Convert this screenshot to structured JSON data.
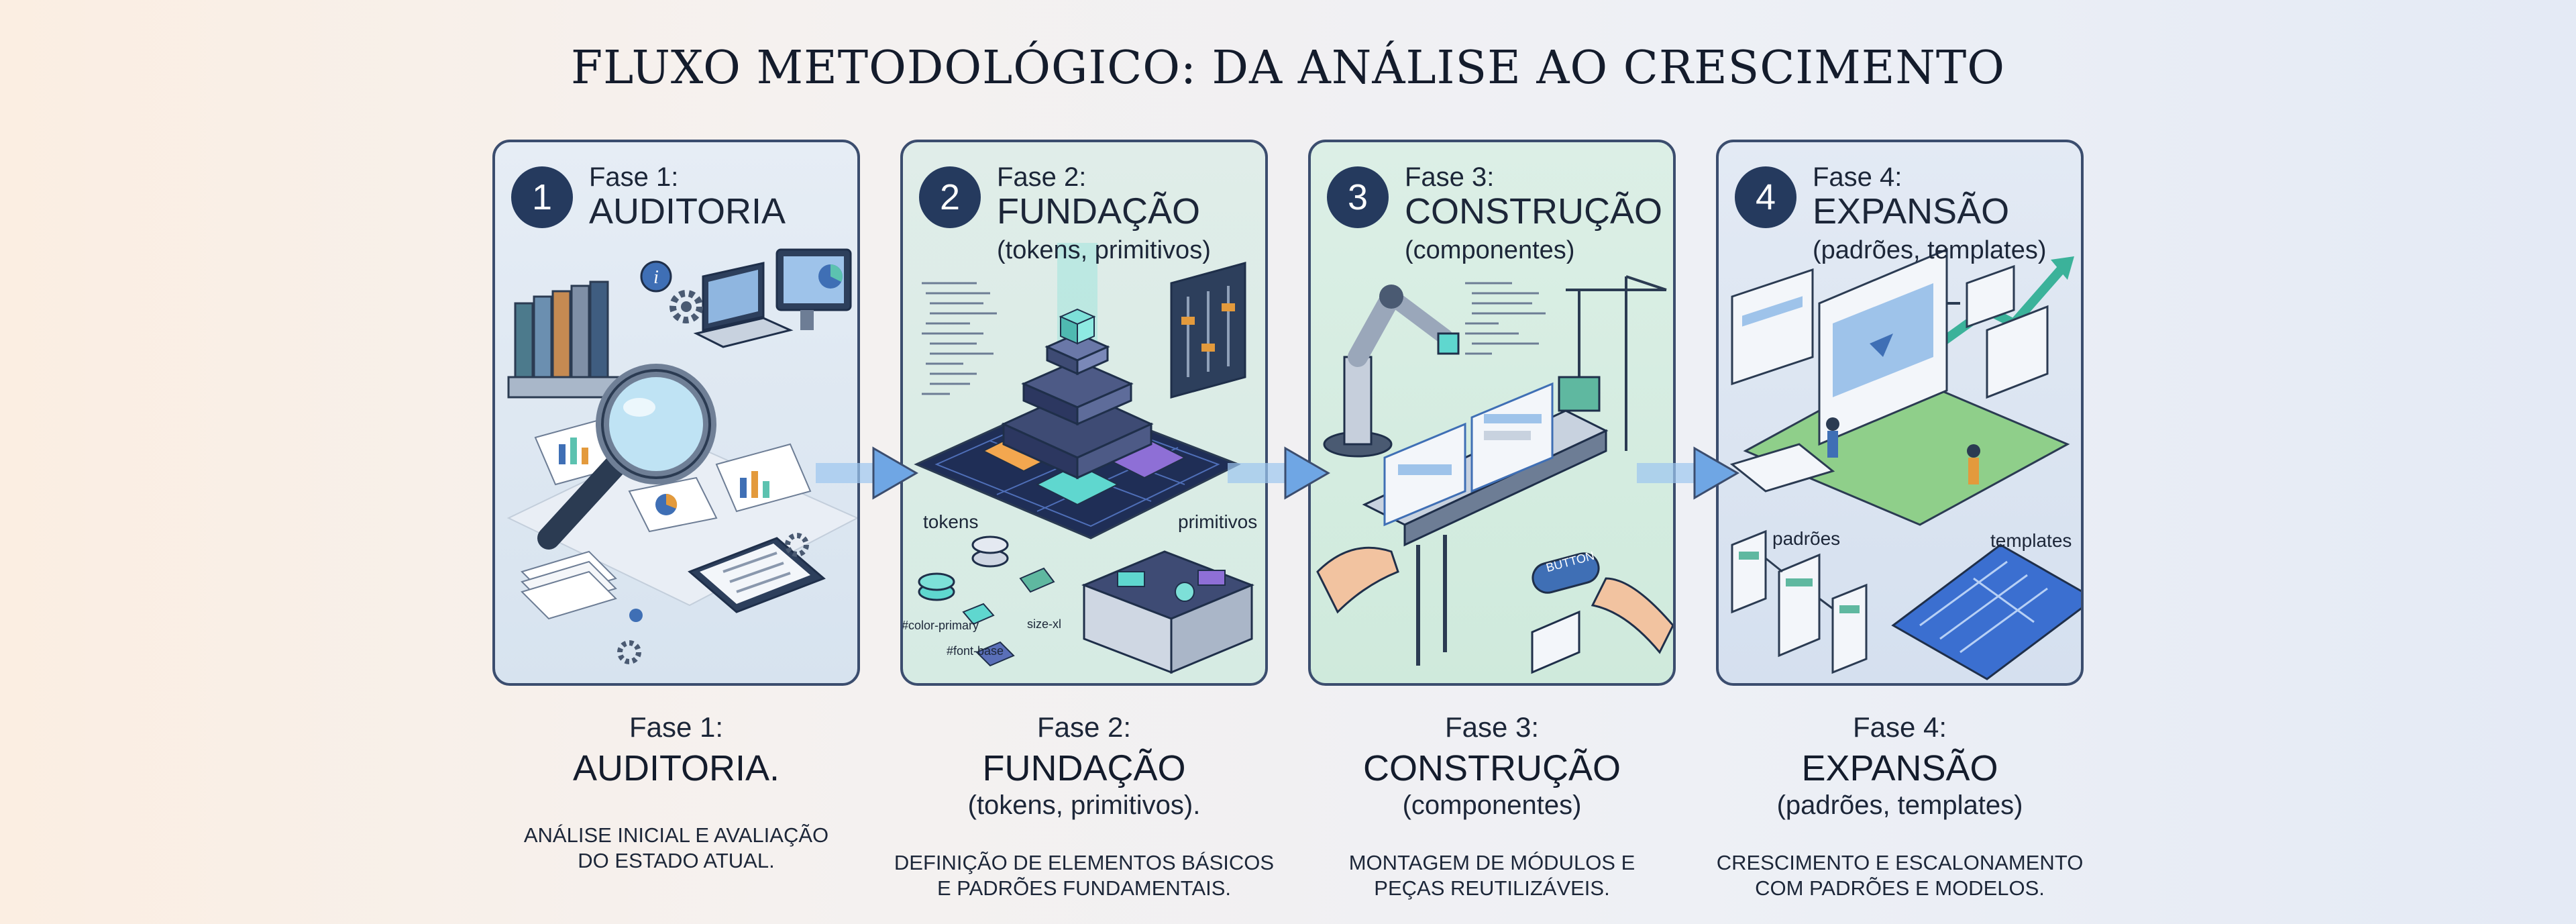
{
  "title": "FLUXO METODOLÓGICO: DA ANÁLISE AO CRESCIMENTO",
  "phases": [
    {
      "number": "1",
      "label": "Fase 1:",
      "name": "AUDITORIA",
      "caption_name": "AUDITORIA.",
      "caption_desc_line1": "ANÁLISE INICIAL E AVALIAÇÃO",
      "caption_desc_line2": "DO ESTADO ATUAL."
    },
    {
      "number": "2",
      "label": "Fase 2:",
      "name": "FUNDAÇÃO",
      "sub": "(tokens, primitivos)",
      "caption_name": "FUNDAÇÃO",
      "caption_sub": "(tokens, primitivos).",
      "caption_desc_line1": "DEFINIÇÃO DE ELEMENTOS BÁSICOS",
      "caption_desc_line2": "E PADRÕES FUNDAMENTAIS.",
      "illustration_labels": {
        "tokens": "tokens",
        "primitivos": "primitivos",
        "color": "#color-primary",
        "size": "size-xl",
        "font": "#font-base"
      }
    },
    {
      "number": "3",
      "label": "Fase 3:",
      "name": "CONSTRUÇÃO",
      "sub": "(componentes)",
      "caption_name": "CONSTRUÇÃO",
      "caption_sub": "(componentes)",
      "caption_desc_line1": "MONTAGEM DE MÓDULOS E",
      "caption_desc_line2": "PEÇAS REUTILIZÁVEIS.",
      "illustration_labels": {
        "button": "BUTTON"
      }
    },
    {
      "number": "4",
      "label": "Fase 4:",
      "name": "EXPANSÃO",
      "sub": "(padrões, templates)",
      "caption_name": "EXPANSÃO",
      "caption_sub": "(padrões, templates)",
      "caption_desc_line1": "CRESCIMENTO E ESCALONAMENTO",
      "caption_desc_line2": "COM PADRÕES E MODELOS.",
      "illustration_labels": {
        "padroes": "padrões",
        "templates": "templates"
      }
    }
  ],
  "colors": {
    "border": "#3b4d6e",
    "badge": "#253a5e",
    "arrow": "#6fa6e4",
    "card1_bg": "#dfe8f1",
    "card2_bg": "#dff0ea",
    "card3_bg": "#d8f0e2",
    "card4_bg": "#dde7f4"
  },
  "icons": [
    "magnifier-icon",
    "binder-icon",
    "laptop-icon",
    "monitor-icon",
    "clipboard-icon",
    "gear-icon",
    "info-icon",
    "cube-stack-icon",
    "robot-arm-icon",
    "crane-icon",
    "conveyor-icon",
    "growth-arrow-icon",
    "blueprint-icon",
    "flow-arrow-icon"
  ]
}
